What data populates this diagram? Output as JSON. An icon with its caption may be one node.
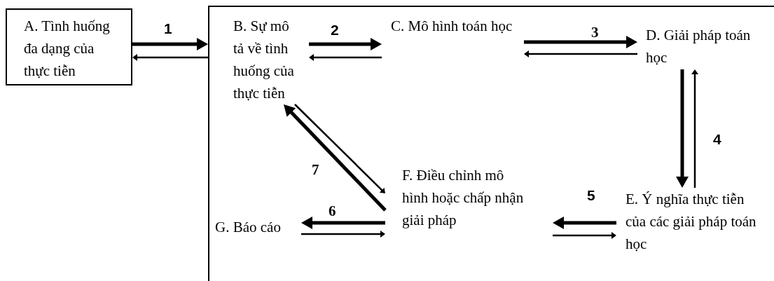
{
  "diagram": {
    "nodes": [
      {
        "text": [
          "A. Tình huống đa dạng của thực tiễn"
        ]
      },
      {
        "text": [],
        "shape": "box"
      },
      {
        "text": [
          "B. Sự mô tả về tình huống của thực tiễn"
        ],
        "in": 1
      },
      {
        "text": [
          "C. Mô hình toán học"
        ],
        "in": 1
      },
      {
        "text": [
          "D. Giải pháp toán học"
        ],
        "in": 1
      },
      {
        "text": [
          "E. Ý nghĩa thực tiễn của các giải pháp toán học"
        ],
        "in": 1
      },
      {
        "text": [
          "F. Điều chỉnh mô hình hoặc chấp nhận giải pháp"
        ],
        "in": 1
      },
      {
        "text": [
          "G. Báo cáo"
        ],
        "in": 1
      }
    ],
    "edges": [
      {
        "from": 0,
        "to": 1,
        "arrow": "to",
        "label": "1",
        "style": "thick"
      },
      {
        "from": 1,
        "to": 0,
        "arrow": "to"
      },
      {
        "from": 2,
        "to": 3,
        "arrow": "to",
        "label": "2",
        "style": "thick"
      },
      {
        "from": 3,
        "to": 2,
        "arrow": "to"
      },
      {
        "from": 3,
        "to": 4,
        "arrow": "to",
        "label": "3",
        "style": "thick"
      },
      {
        "from": 4,
        "to": 3,
        "arrow": "to"
      },
      {
        "from": 4,
        "to": 5,
        "arrow": "to",
        "style": "thick"
      },
      {
        "from": 5,
        "to": 4,
        "arrow": "to",
        "label": "4"
      },
      {
        "from": 5,
        "to": 6,
        "arrow": "to",
        "label": "5",
        "style": "thick"
      },
      {
        "from": 6,
        "to": 5,
        "arrow": "to"
      },
      {
        "from": 6,
        "to": 7,
        "arrow": "to",
        "label": "6",
        "style": "thick"
      },
      {
        "from": 7,
        "to": 6,
        "arrow": "to"
      },
      {
        "from": 6,
        "to": 2,
        "arrow": "to",
        "label": "7",
        "style": "thick"
      },
      {
        "from": 2,
        "to": 6,
        "arrow": "to"
      }
    ]
  }
}
